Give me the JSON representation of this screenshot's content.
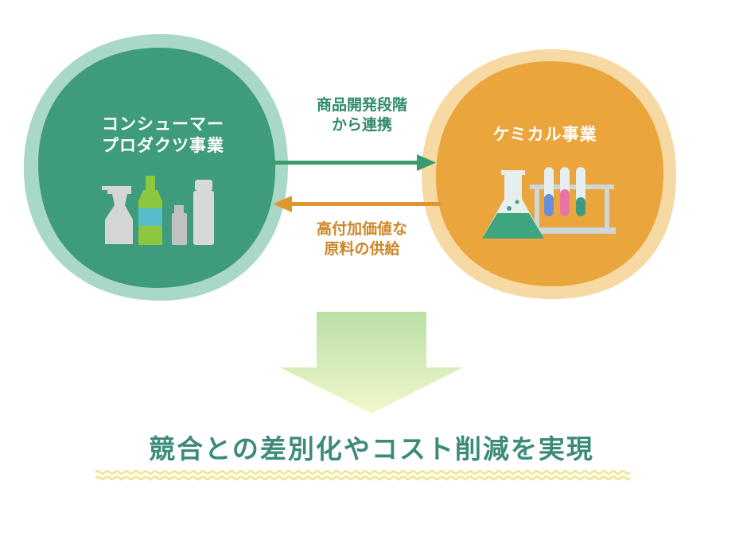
{
  "consumer": {
    "line1": "コンシューマー",
    "line2": "プロダクツ事業"
  },
  "chemical": {
    "label": "ケミカル事業"
  },
  "top_arrow": {
    "line1": "商品開発段階",
    "line2": "から連携"
  },
  "bottom_arrow": {
    "line1": "高付加価値な",
    "line2": "原料の供給"
  },
  "result": {
    "text": "競合との差別化やコスト削減を実現"
  },
  "colors": {
    "consumer_circle": "#3e9c7c",
    "consumer_ring": "#a9d8c6",
    "chemical_circle": "#eaa53d",
    "chemical_ring": "#f6d9a3",
    "green_arrow": "#3c9a70",
    "orange_arrow": "#e0962e",
    "down_arrow_top": "#b9dfa5",
    "down_arrow_bottom": "#eef5c6",
    "result_text": "#3c8a7a",
    "wave": "#f0e79a"
  },
  "icons": {
    "consumer": "cleaning-bottles-icon",
    "chemical": "lab-flask-test-tubes-icon"
  }
}
